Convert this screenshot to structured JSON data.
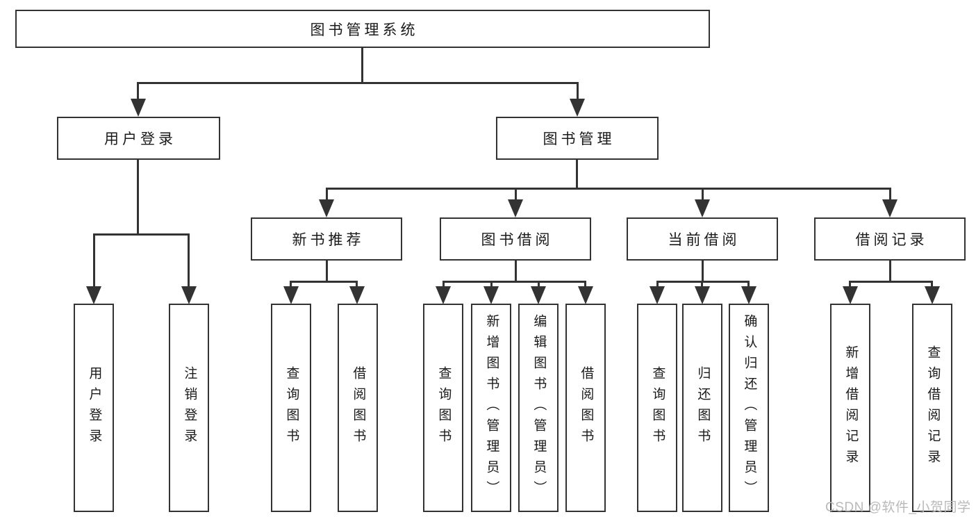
{
  "diagram_title": "图书管理系统",
  "nodes": {
    "root": {
      "label": "图书管理系统"
    },
    "user_login": {
      "label": "用户登录"
    },
    "book_management": {
      "label": "图书管理"
    },
    "new_book_recommend": {
      "label": "新书推荐"
    },
    "book_borrowing": {
      "label": "图书借阅"
    },
    "current_borrowing": {
      "label": "当前借阅"
    },
    "borrowing_records": {
      "label": "借阅记录"
    },
    "leaf_user_login": {
      "label": "用户登录"
    },
    "leaf_logout": {
      "label": "注销登录"
    },
    "leaf_query_books_recommend": {
      "label": "查询图书"
    },
    "leaf_borrow_books_recommend": {
      "label": "借阅图书"
    },
    "leaf_query_books_borrowing": {
      "label": "查询图书"
    },
    "leaf_add_books_admin": {
      "label": "新增图书（管理员）"
    },
    "leaf_edit_books_admin": {
      "label": "编辑图书（管理员）"
    },
    "leaf_borrow_books_borrowing": {
      "label": "借阅图书"
    },
    "leaf_query_books_current": {
      "label": "查询图书"
    },
    "leaf_return_books": {
      "label": "归还图书"
    },
    "leaf_confirm_return_admin": {
      "label": "确认归还（管理员）"
    },
    "leaf_add_borrow_record": {
      "label": "新增借阅记录"
    },
    "leaf_query_borrow_record": {
      "label": "查询借阅记录"
    }
  },
  "edges": [
    [
      "图书管理系统",
      "用户登录"
    ],
    [
      "图书管理系统",
      "图书管理"
    ],
    [
      "用户登录",
      "用户登录(叶)"
    ],
    [
      "用户登录",
      "注销登录"
    ],
    [
      "图书管理",
      "新书推荐"
    ],
    [
      "图书管理",
      "图书借阅"
    ],
    [
      "图书管理",
      "当前借阅"
    ],
    [
      "图书管理",
      "借阅记录"
    ],
    [
      "新书推荐",
      "查询图书"
    ],
    [
      "新书推荐",
      "借阅图书"
    ],
    [
      "图书借阅",
      "查询图书"
    ],
    [
      "图书借阅",
      "新增图书（管理员）"
    ],
    [
      "图书借阅",
      "编辑图书（管理员）"
    ],
    [
      "图书借阅",
      "借阅图书"
    ],
    [
      "当前借阅",
      "查询图书"
    ],
    [
      "当前借阅",
      "归还图书"
    ],
    [
      "当前借阅",
      "确认归还（管理员）"
    ],
    [
      "借阅记录",
      "新增借阅记录"
    ],
    [
      "借阅记录",
      "查询借阅记录"
    ]
  ],
  "watermark": "CSDN @软件_小贺同学",
  "colors": {
    "line": "#333333",
    "text": "#1a1a1a",
    "watermark": "#b9b9b9",
    "background": "#ffffff"
  }
}
